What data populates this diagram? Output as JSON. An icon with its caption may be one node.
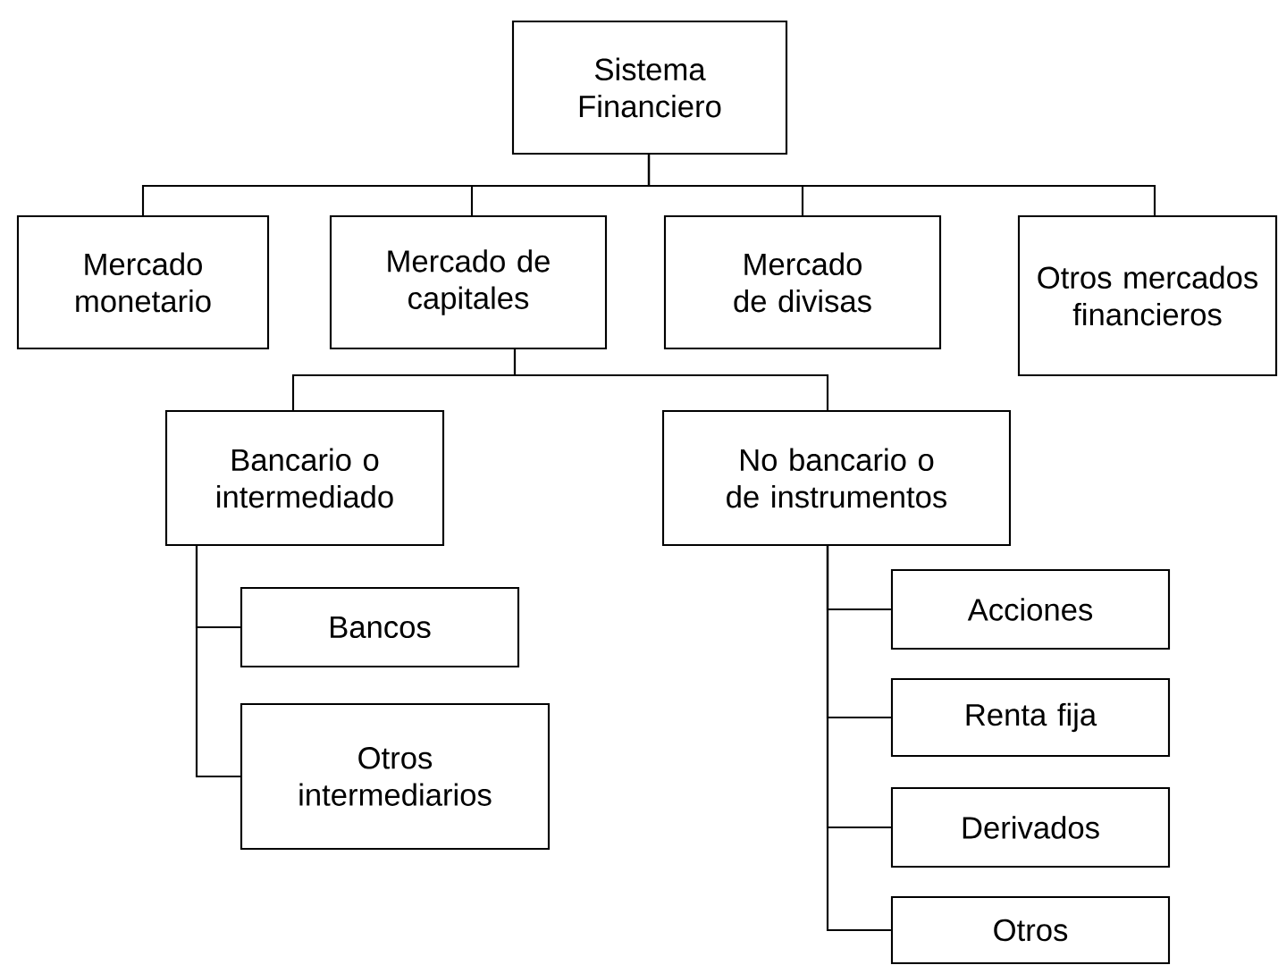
{
  "diagram": {
    "nodes": [
      {
        "text": [
          "Sistema Financiero"
        ]
      },
      {
        "text": [
          "Mercado monetario"
        ]
      },
      {
        "text": [
          "Mercado de capitales"
        ]
      },
      {
        "text": [
          "Mercado de divisas"
        ]
      },
      {
        "text": [
          "Otros mercados financieros"
        ]
      },
      {
        "text": [
          "Bancario o intermediado"
        ]
      },
      {
        "text": [
          "No bancario o de instrumentos"
        ]
      },
      {
        "text": [
          "Bancos"
        ]
      },
      {
        "text": [
          "Otros intermediarios"
        ]
      },
      {
        "text": [
          "Acciones"
        ]
      },
      {
        "text": [
          "Renta fija"
        ]
      },
      {
        "text": [
          "Derivados"
        ]
      },
      {
        "text": [
          "Otros"
        ]
      }
    ],
    "edges": [
      {
        "from": 0,
        "to": 1,
        "arrow": "none"
      },
      {
        "from": 0,
        "to": 2,
        "arrow": "none"
      },
      {
        "from": 0,
        "to": 3,
        "arrow": "none"
      },
      {
        "from": 0,
        "to": 4,
        "arrow": "none"
      },
      {
        "from": 2,
        "to": 5,
        "arrow": "none"
      },
      {
        "from": 2,
        "to": 6,
        "arrow": "none"
      },
      {
        "from": 5,
        "to": 7,
        "arrow": "none"
      },
      {
        "from": 5,
        "to": 8,
        "arrow": "none"
      },
      {
        "from": 6,
        "to": 9,
        "arrow": "none"
      },
      {
        "from": 6,
        "to": 10,
        "arrow": "none"
      },
      {
        "from": 6,
        "to": 11,
        "arrow": "none"
      },
      {
        "from": 6,
        "to": 12,
        "arrow": "none"
      }
    ]
  }
}
